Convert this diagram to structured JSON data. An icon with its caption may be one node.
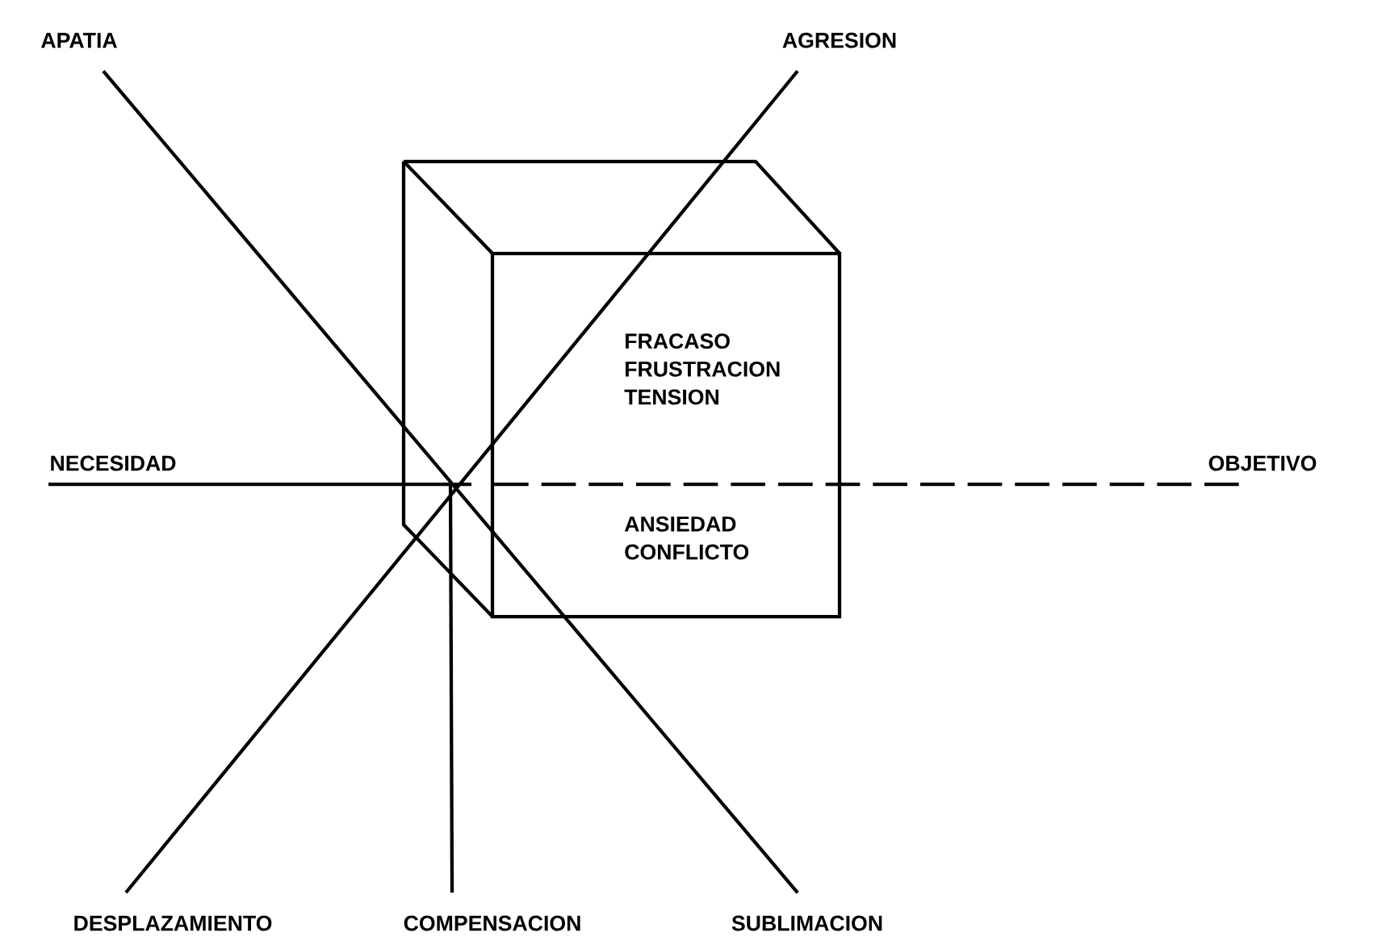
{
  "diagram": {
    "nodes": [
      {
        "text": [
          "APATIA"
        ]
      },
      {
        "text": [
          "AGRESION"
        ]
      },
      {
        "text": [
          "FRACASO FRUSTRACION TENSION",
          "ANSIEDAD CONFLICTO"
        ]
      },
      {
        "text": [
          "NECESIDAD"
        ]
      },
      {
        "text": [
          "OBJETIVO"
        ]
      },
      {
        "text": [
          "DESPLAZAMIENTO"
        ]
      },
      {
        "text": [
          "COMPENSACION"
        ]
      },
      {
        "text": [
          "SUBLIMACION"
        ]
      }
    ],
    "edges": [
      {
        "from": 0,
        "to": 7,
        "arrow": "none"
      },
      {
        "from": 1,
        "to": 5,
        "arrow": "none"
      },
      {
        "from": null,
        "to": 6,
        "arrow": "none"
      },
      {
        "from": 3,
        "to": null,
        "arrow": "none"
      },
      {
        "from": null,
        "to": 4,
        "arrow": "none",
        "style": "dashed"
      }
    ]
  }
}
